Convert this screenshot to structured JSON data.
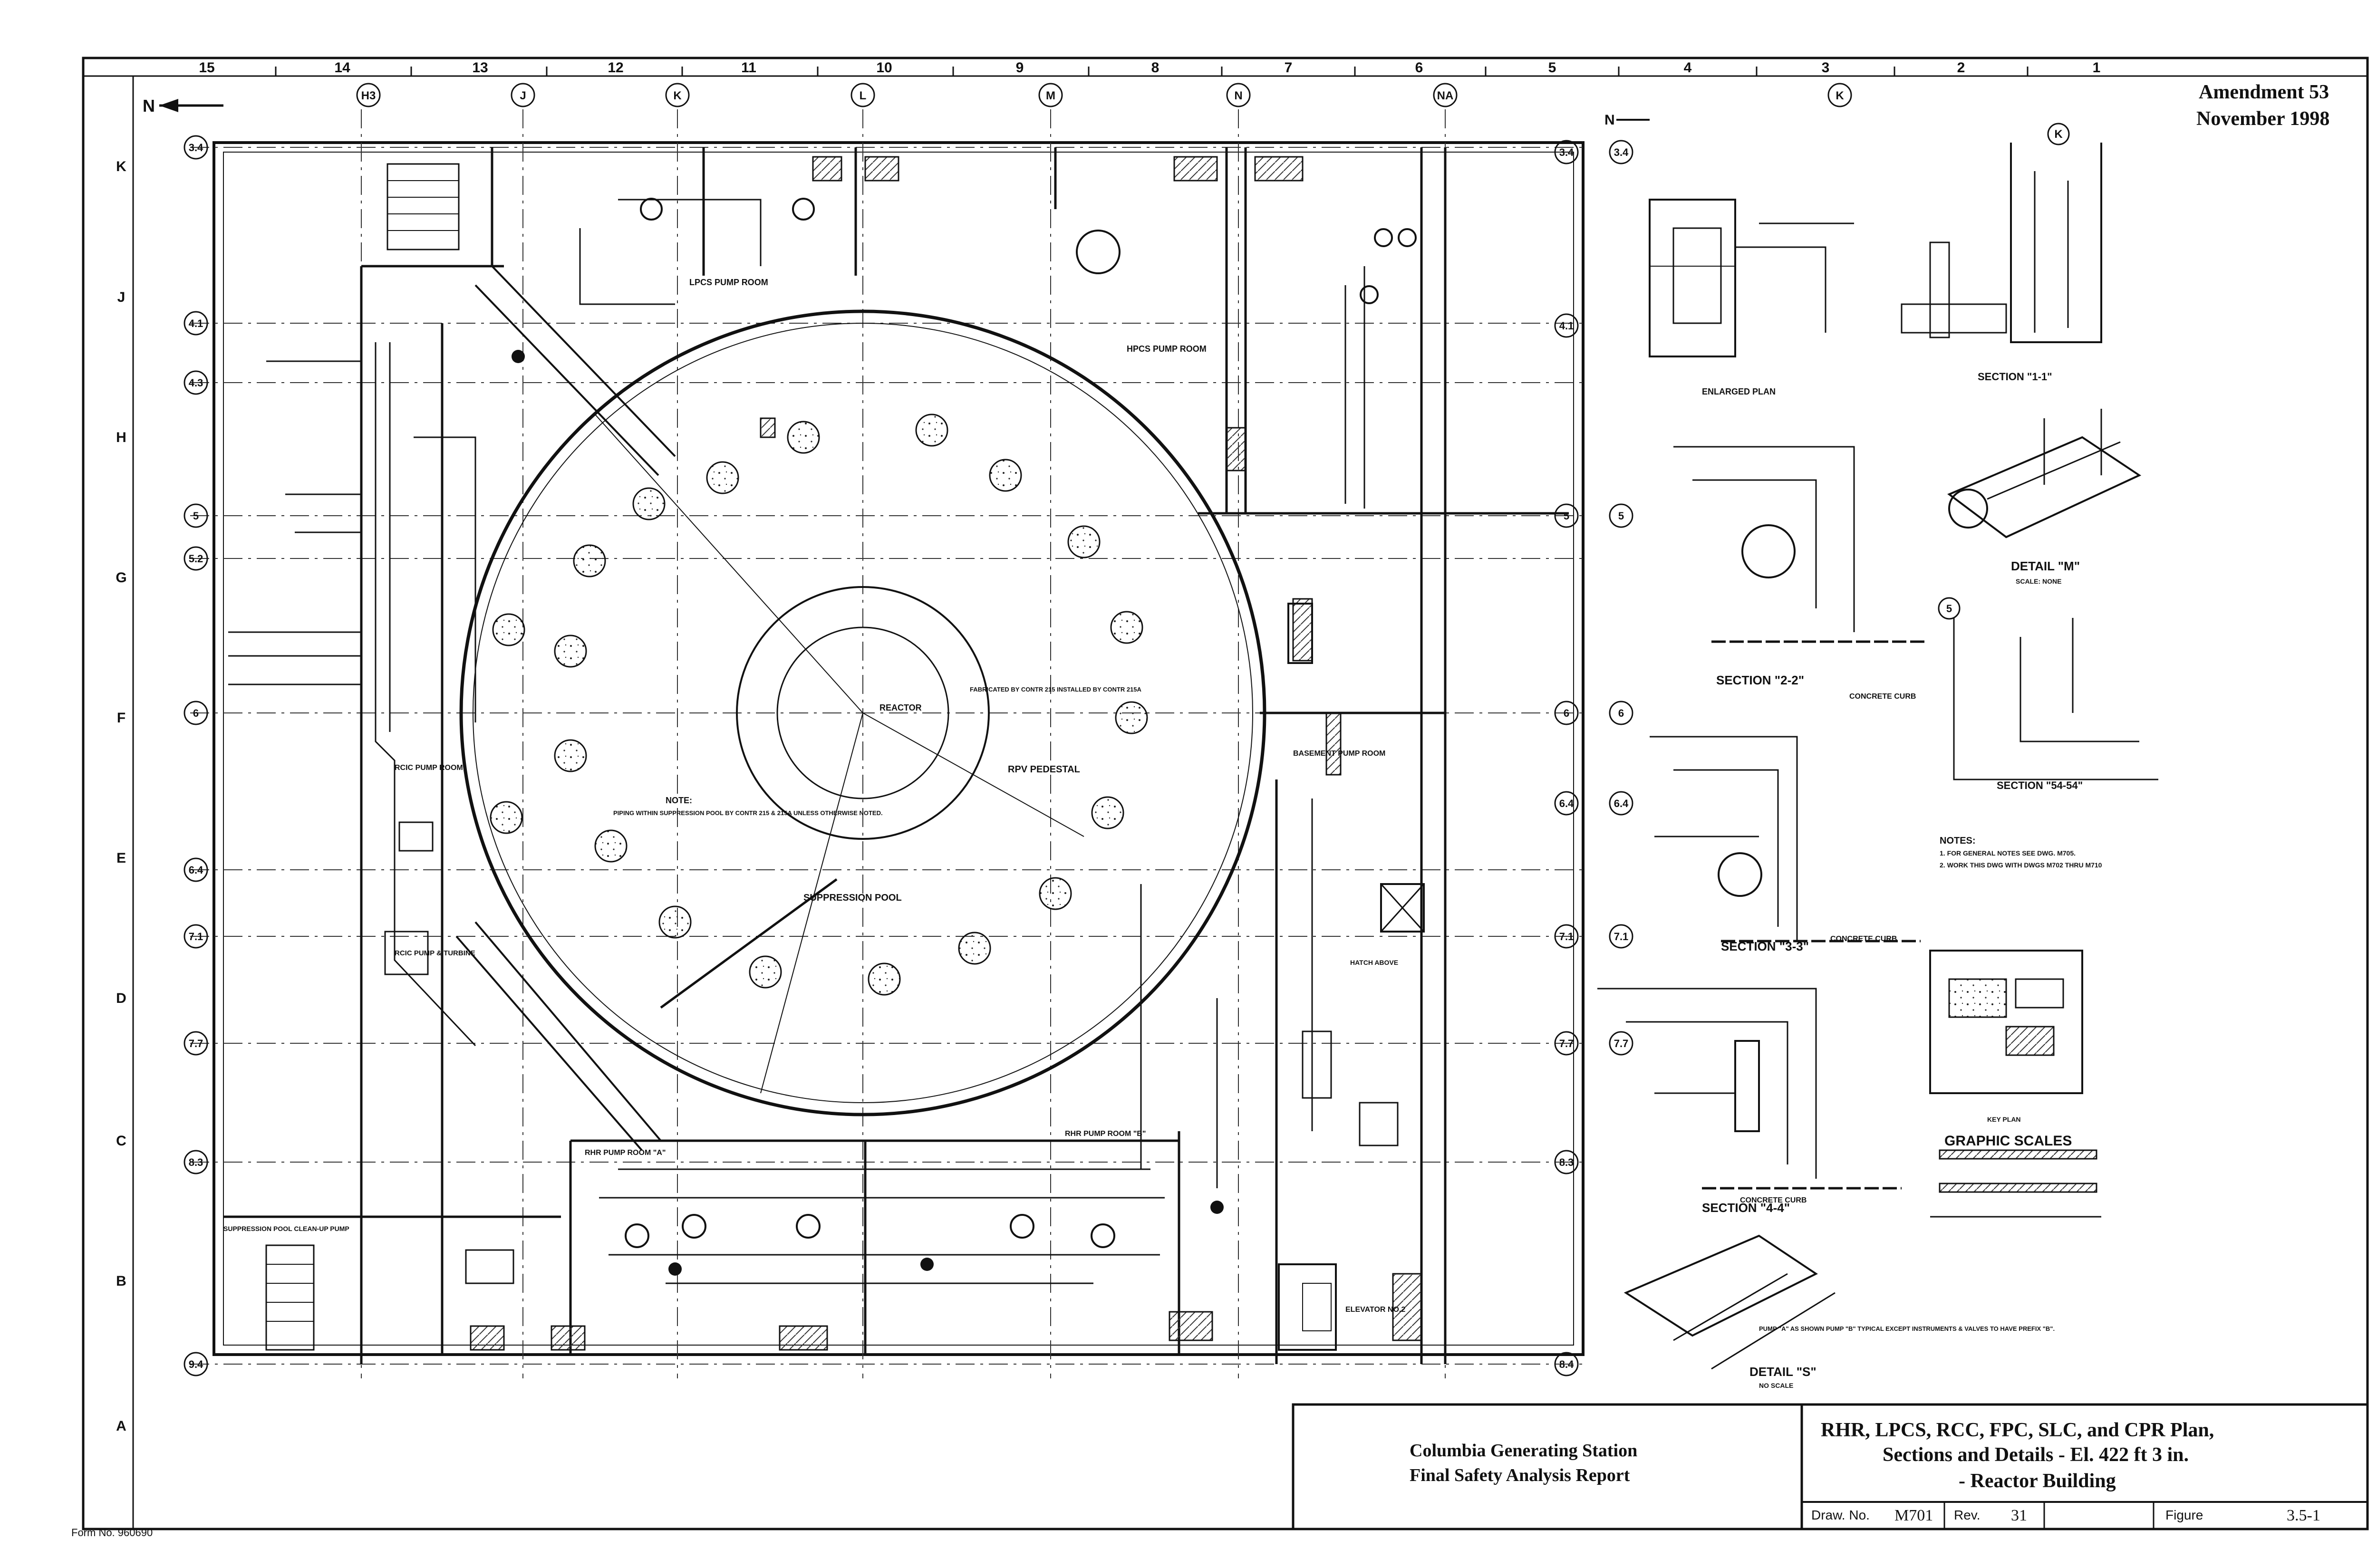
{
  "amendment": {
    "line1": "Amendment 53",
    "line2": "November 1998"
  },
  "form_no": "Form No. 960690",
  "title_block": {
    "station_line1": "Columbia Generating Station",
    "station_line2": "Final Safety Analysis Report",
    "title_line1": "RHR, LPCS, RCC, FPC, SLC, and CPR Plan,",
    "title_line2": "Sections and Details - El. 422 ft 3 in.",
    "title_line3": "- Reactor Building",
    "draw_no_label": "Draw. No.",
    "draw_no": "M701",
    "rev_label": "Rev.",
    "rev": "31",
    "figure_label": "Figure",
    "figure": "3.5-1"
  },
  "top_ruler": [
    "15",
    "14",
    "13",
    "12",
    "11",
    "10",
    "9",
    "8",
    "7",
    "6",
    "5",
    "4",
    "3",
    "2",
    "1"
  ],
  "side_ruler": [
    "K",
    "J",
    "H",
    "G",
    "F",
    "E",
    "D",
    "C",
    "B",
    "A"
  ],
  "column_bubbles": [
    "H3",
    "J",
    "K",
    "L",
    "M",
    "N",
    "NA"
  ],
  "row_bubbles": [
    "3.4",
    "4.1",
    "4.3",
    "5",
    "5.2",
    "6",
    "6.4",
    "7.1",
    "7.7",
    "8.3",
    "9.4"
  ],
  "right_row_bubbles": [
    "3.4",
    "4.1",
    "5",
    "6",
    "6.4",
    "7.1",
    "7.7",
    "8.3",
    "8.4"
  ],
  "north": "N",
  "plan_labels": {
    "reactor": "REACTOR",
    "rpv_pedestal": "RPV PEDESTAL",
    "suppression_pool": "SUPPRESSION POOL",
    "lpcs_pump_room": "LPCS PUMP ROOM",
    "hpcs_pump_room": "HPCS PUMP ROOM",
    "basement_pump_room": "BASEMENT PUMP ROOM",
    "rcic_pump_room": "RCIC PUMP ROOM",
    "rcic_turbine": "RCIC PUMP & TURBINE",
    "rhr_pump_room_a": "RHR PUMP ROOM \"A\"",
    "rhr_pump_room_b": "RHR PUMP ROOM \"B\"",
    "elevator": "ELEVATOR NO.2",
    "hatch": "HATCH ABOVE",
    "note_title": "NOTE:",
    "note_text": "PIPING WITHIN SUPPRESSION POOL BY CONTR 215 & 215A UNLESS OTHERWISE NOTED.",
    "suppression_cleanup": "SUPPRESSION POOL CLEAN-UP PUMP",
    "fabrication": "FABRICATED BY CONTR 215 INSTALLED BY CONTR 215A"
  },
  "details": {
    "section_1_1": "SECTION \"1-1\"",
    "section_2_2": "SECTION \"2-2\"",
    "section_3_3": "SECTION \"3-3\"",
    "section_4_4": "SECTION \"4-4\"",
    "section_54_54": "SECTION \"54-54\"",
    "detail_m": "DETAIL \"M\"",
    "detail_s": "DETAIL \"S\"",
    "scale_none": "SCALE: NONE",
    "no_scale": "NO SCALE",
    "enlarged_plan": "ENLARGED PLAN",
    "key_plan": "KEY PLAN",
    "graphic_scales": "GRAPHIC SCALES",
    "concrete_curb": "CONCRETE CURB",
    "notes_title": "NOTES:",
    "note_1": "1. FOR GENERAL NOTES SEE DWG. M705.",
    "note_2": "2. WORK THIS DWG WITH DWGS M702 THRU M710",
    "pump_note": "PUMP \"A\" AS SHOWN PUMP \"B\" TYPICAL EXCEPT INSTRUMENTS & VALVES TO HAVE PREFIX \"B\"."
  }
}
